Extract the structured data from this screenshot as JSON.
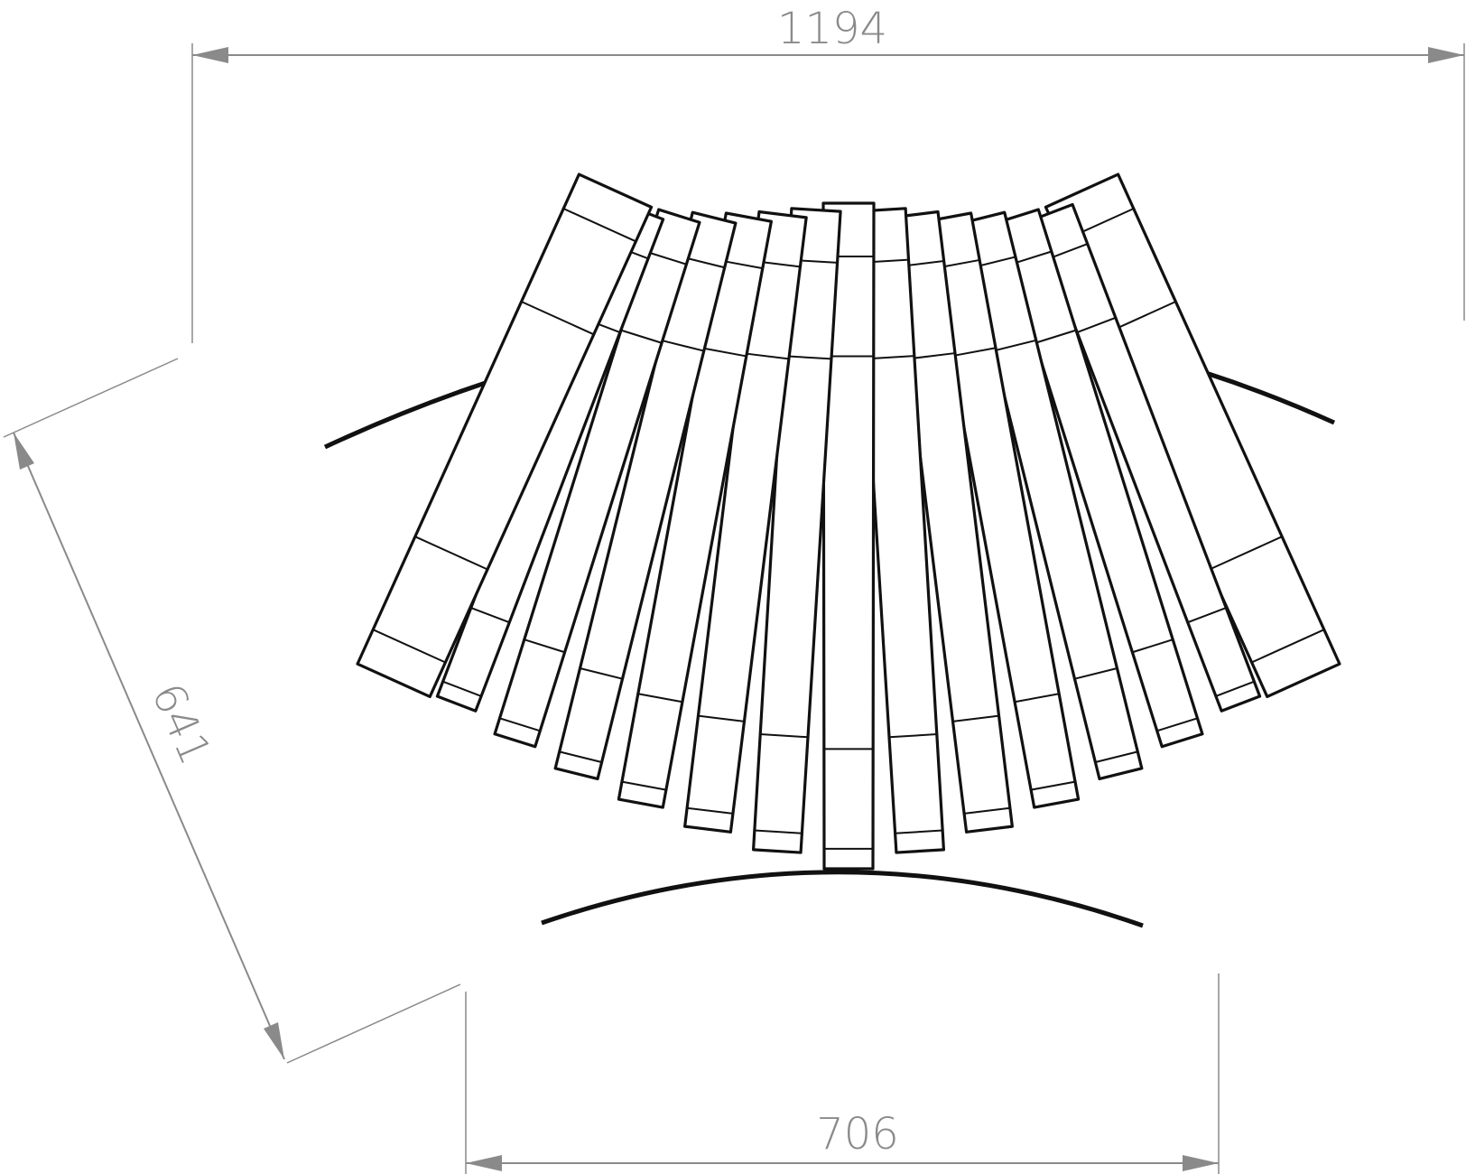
{
  "dimensions": {
    "overall_width": "1194",
    "inner_width": "706",
    "slat_length": "641"
  },
  "slat_count": 15,
  "colors": {
    "outline": "#111111",
    "dimension": "#8a8a8a",
    "background": "#ffffff"
  }
}
